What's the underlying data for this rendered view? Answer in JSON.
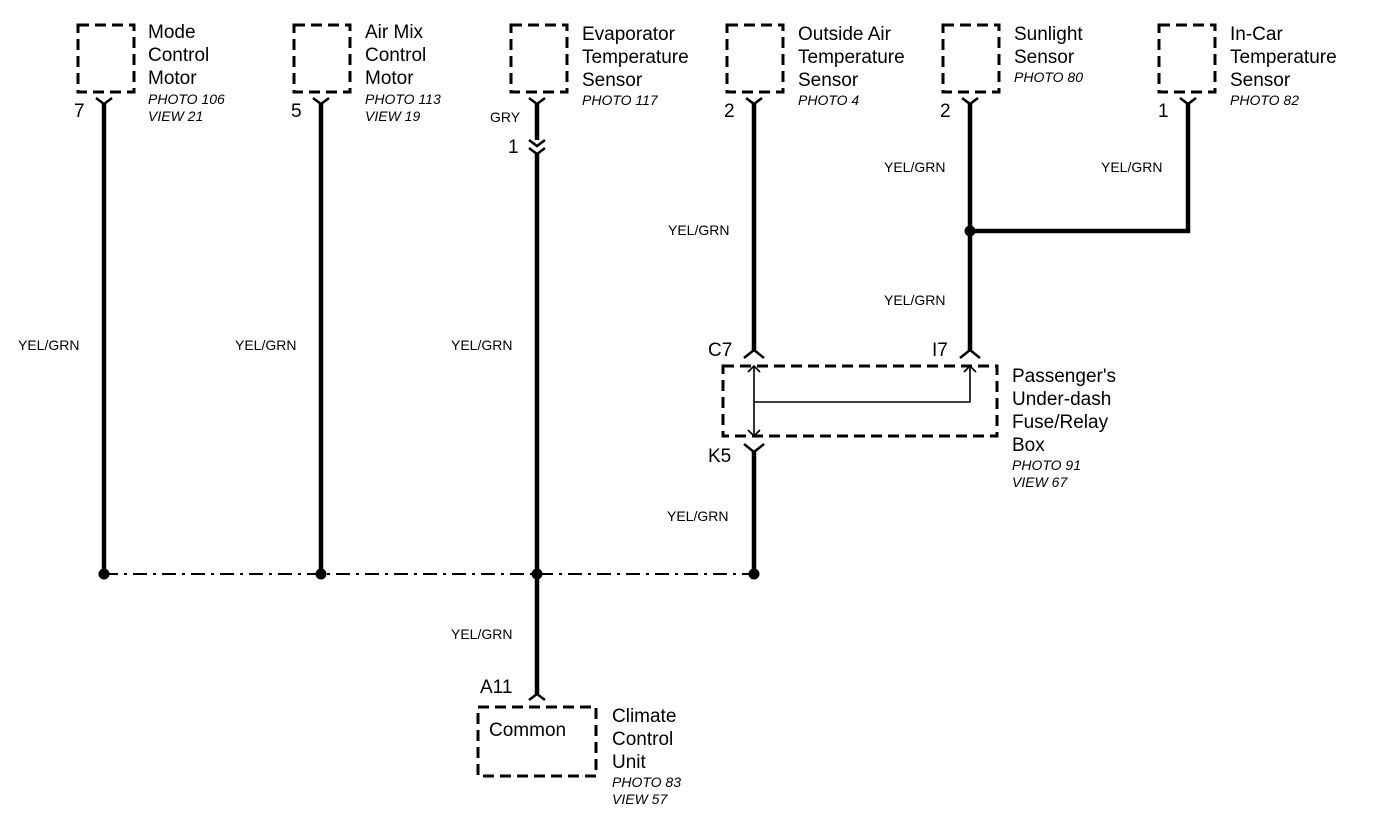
{
  "components": {
    "mode_control_motor": {
      "name_lines": [
        "Mode",
        "Control",
        "Motor"
      ],
      "photo_lines": [
        "PHOTO 106",
        "VIEW 21"
      ],
      "pin": "7",
      "wire_color": "YEL/GRN"
    },
    "air_mix_control_motor": {
      "name_lines": [
        "Air Mix",
        "Control",
        "Motor"
      ],
      "photo_lines": [
        "PHOTO 113",
        "VIEW 19"
      ],
      "pin": "5",
      "wire_color": "YEL/GRN"
    },
    "evaporator_temperature_sensor": {
      "name_lines": [
        "Evaporator",
        "Temperature",
        "Sensor"
      ],
      "photo_lines": [
        "PHOTO 117"
      ],
      "wire_color_upper": "GRY",
      "pin": "1",
      "wire_color": "YEL/GRN"
    },
    "outside_air_temperature_sensor": {
      "name_lines": [
        "Outside Air",
        "Temperature",
        "Sensor"
      ],
      "photo_lines": [
        "PHOTO 4"
      ],
      "pin": "2",
      "wire_color_upper": "YEL/GRN",
      "wire_color_lower": "YEL/GRN"
    },
    "sunlight_sensor": {
      "name_lines": [
        "Sunlight",
        "Sensor"
      ],
      "photo_lines": [
        "PHOTO 80"
      ],
      "pin": "2",
      "wire_color_upper": "YEL/GRN",
      "wire_color_lower": "YEL/GRN"
    },
    "in_car_temperature_sensor": {
      "name_lines": [
        "In-Car",
        "Temperature",
        "Sensor"
      ],
      "photo_lines": [
        "PHOTO 82"
      ],
      "pin": "1",
      "wire_color": "YEL/GRN"
    },
    "fuse_relay_box": {
      "name_lines": [
        "Passenger's",
        "Under-dash",
        "Fuse/Relay",
        "Box"
      ],
      "photo_lines": [
        "PHOTO 91",
        "VIEW 67"
      ],
      "pin_c": "C7",
      "pin_i": "I7",
      "pin_k": "K5"
    },
    "climate_control_unit": {
      "inner_label": "Common",
      "name_lines": [
        "Climate",
        "Control",
        "Unit"
      ],
      "photo_lines": [
        "PHOTO 83",
        "VIEW 57"
      ],
      "pin": "A11",
      "wire_color": "YEL/GRN"
    }
  },
  "colors": {
    "ink": "#000000",
    "background": "#ffffff"
  }
}
